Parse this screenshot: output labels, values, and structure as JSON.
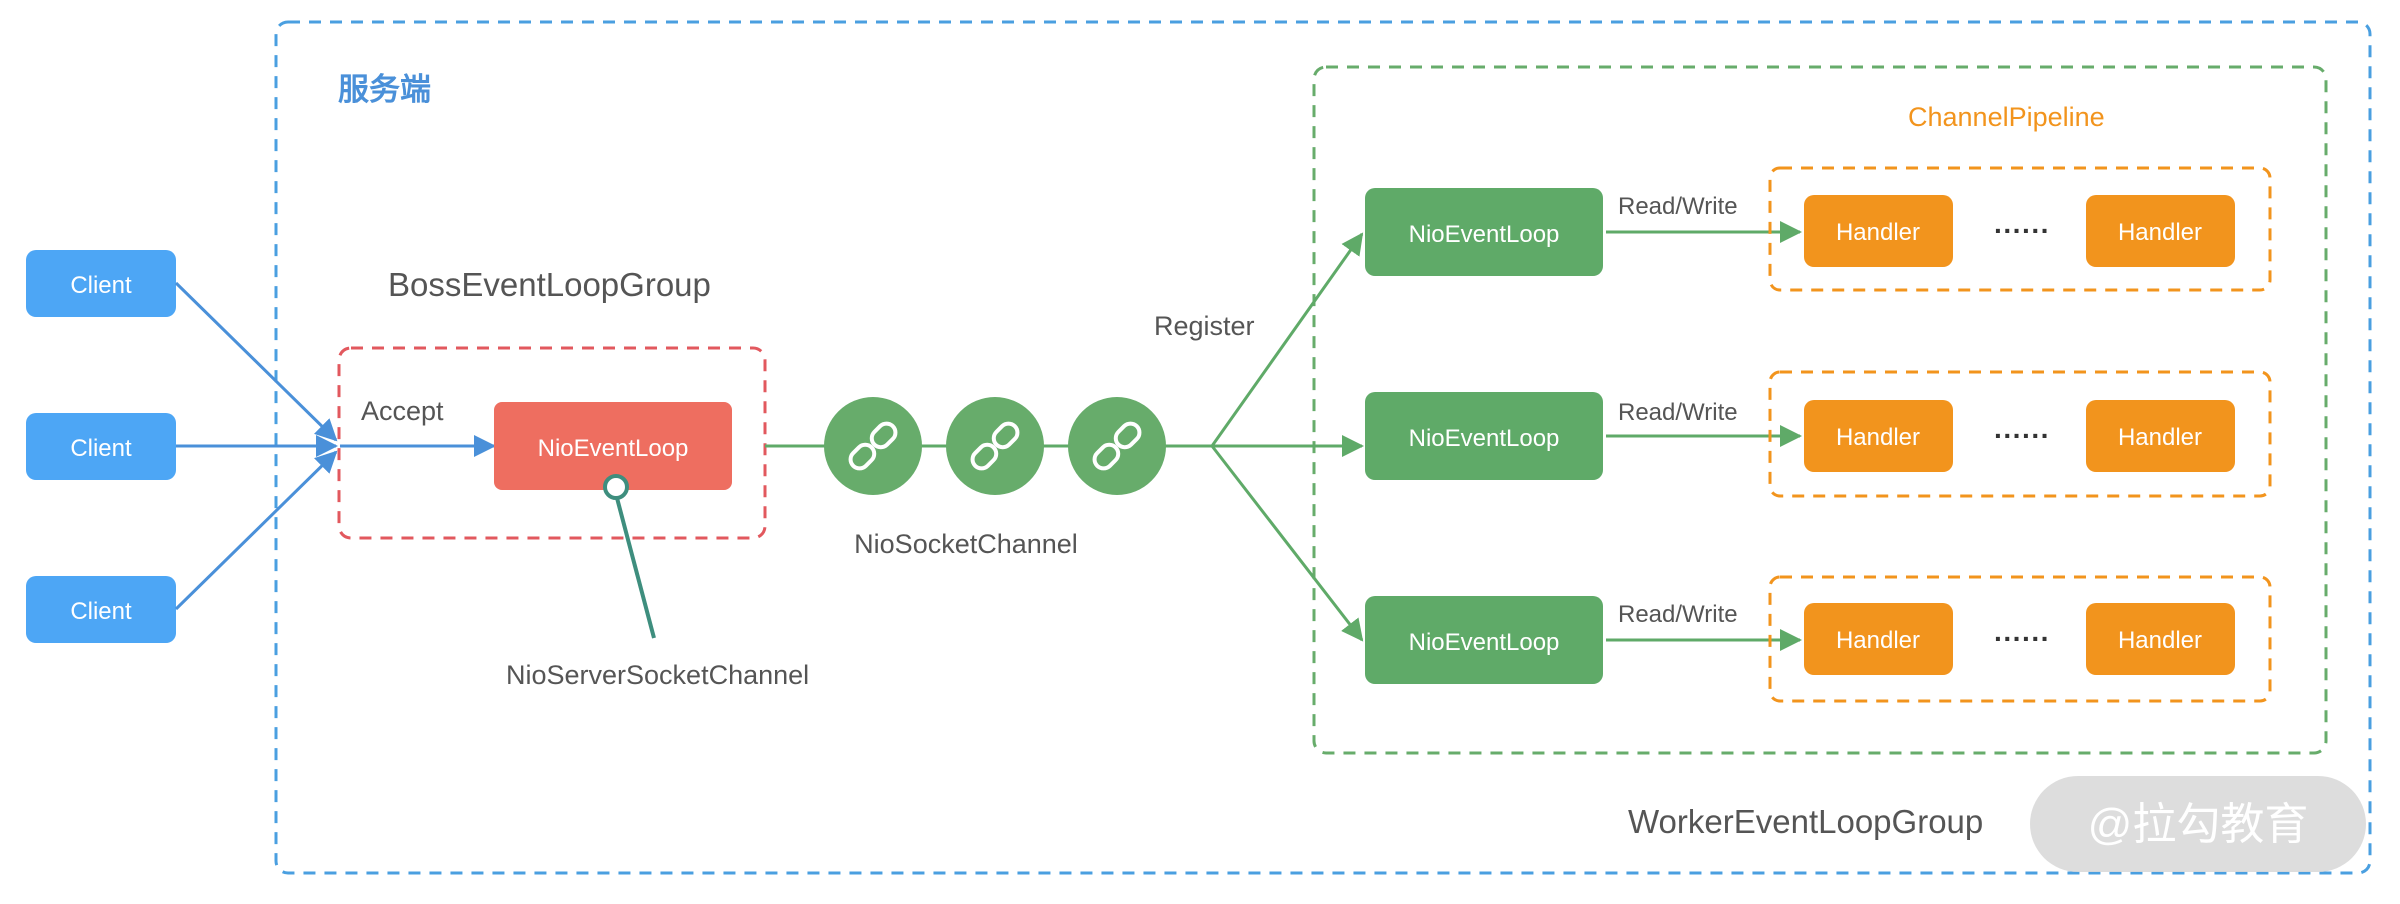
{
  "server_label": "服务端",
  "boss_group_label": "BossEventLoopGroup",
  "worker_group_label": "WorkerEventLoopGroup",
  "pipeline_label": "ChannelPipeline",
  "clients": [
    "Client",
    "Client",
    "Client"
  ],
  "accept_label": "Accept",
  "boss_loop_label": "NioEventLoop",
  "server_socket_channel_label": "NioServerSocketChannel",
  "socket_channel_label": "NioSocketChannel",
  "register_label": "Register",
  "workers": [
    {
      "loop": "NioEventLoop",
      "rw": "Read/Write",
      "handlers": [
        "Handler",
        "Handler"
      ],
      "ellipsis": "······"
    },
    {
      "loop": "NioEventLoop",
      "rw": "Read/Write",
      "handlers": [
        "Handler",
        "Handler"
      ],
      "ellipsis": "······"
    },
    {
      "loop": "NioEventLoop",
      "rw": "Read/Write",
      "handlers": [
        "Handler",
        "Handler"
      ],
      "ellipsis": "······"
    }
  ],
  "watermark": "@拉勾教育",
  "colors": {
    "blue": "#4A90D9",
    "client_blue": "#4DA6F5",
    "red_box": "#E2585E",
    "red_fill": "#EE6E60",
    "green": "#67AC6B",
    "green_fill": "#5FAA68",
    "orange": "#F2941D",
    "text_gray": "#555555"
  },
  "icons": [
    "link-icon",
    "link-icon",
    "link-icon",
    "arrow-icon"
  ]
}
